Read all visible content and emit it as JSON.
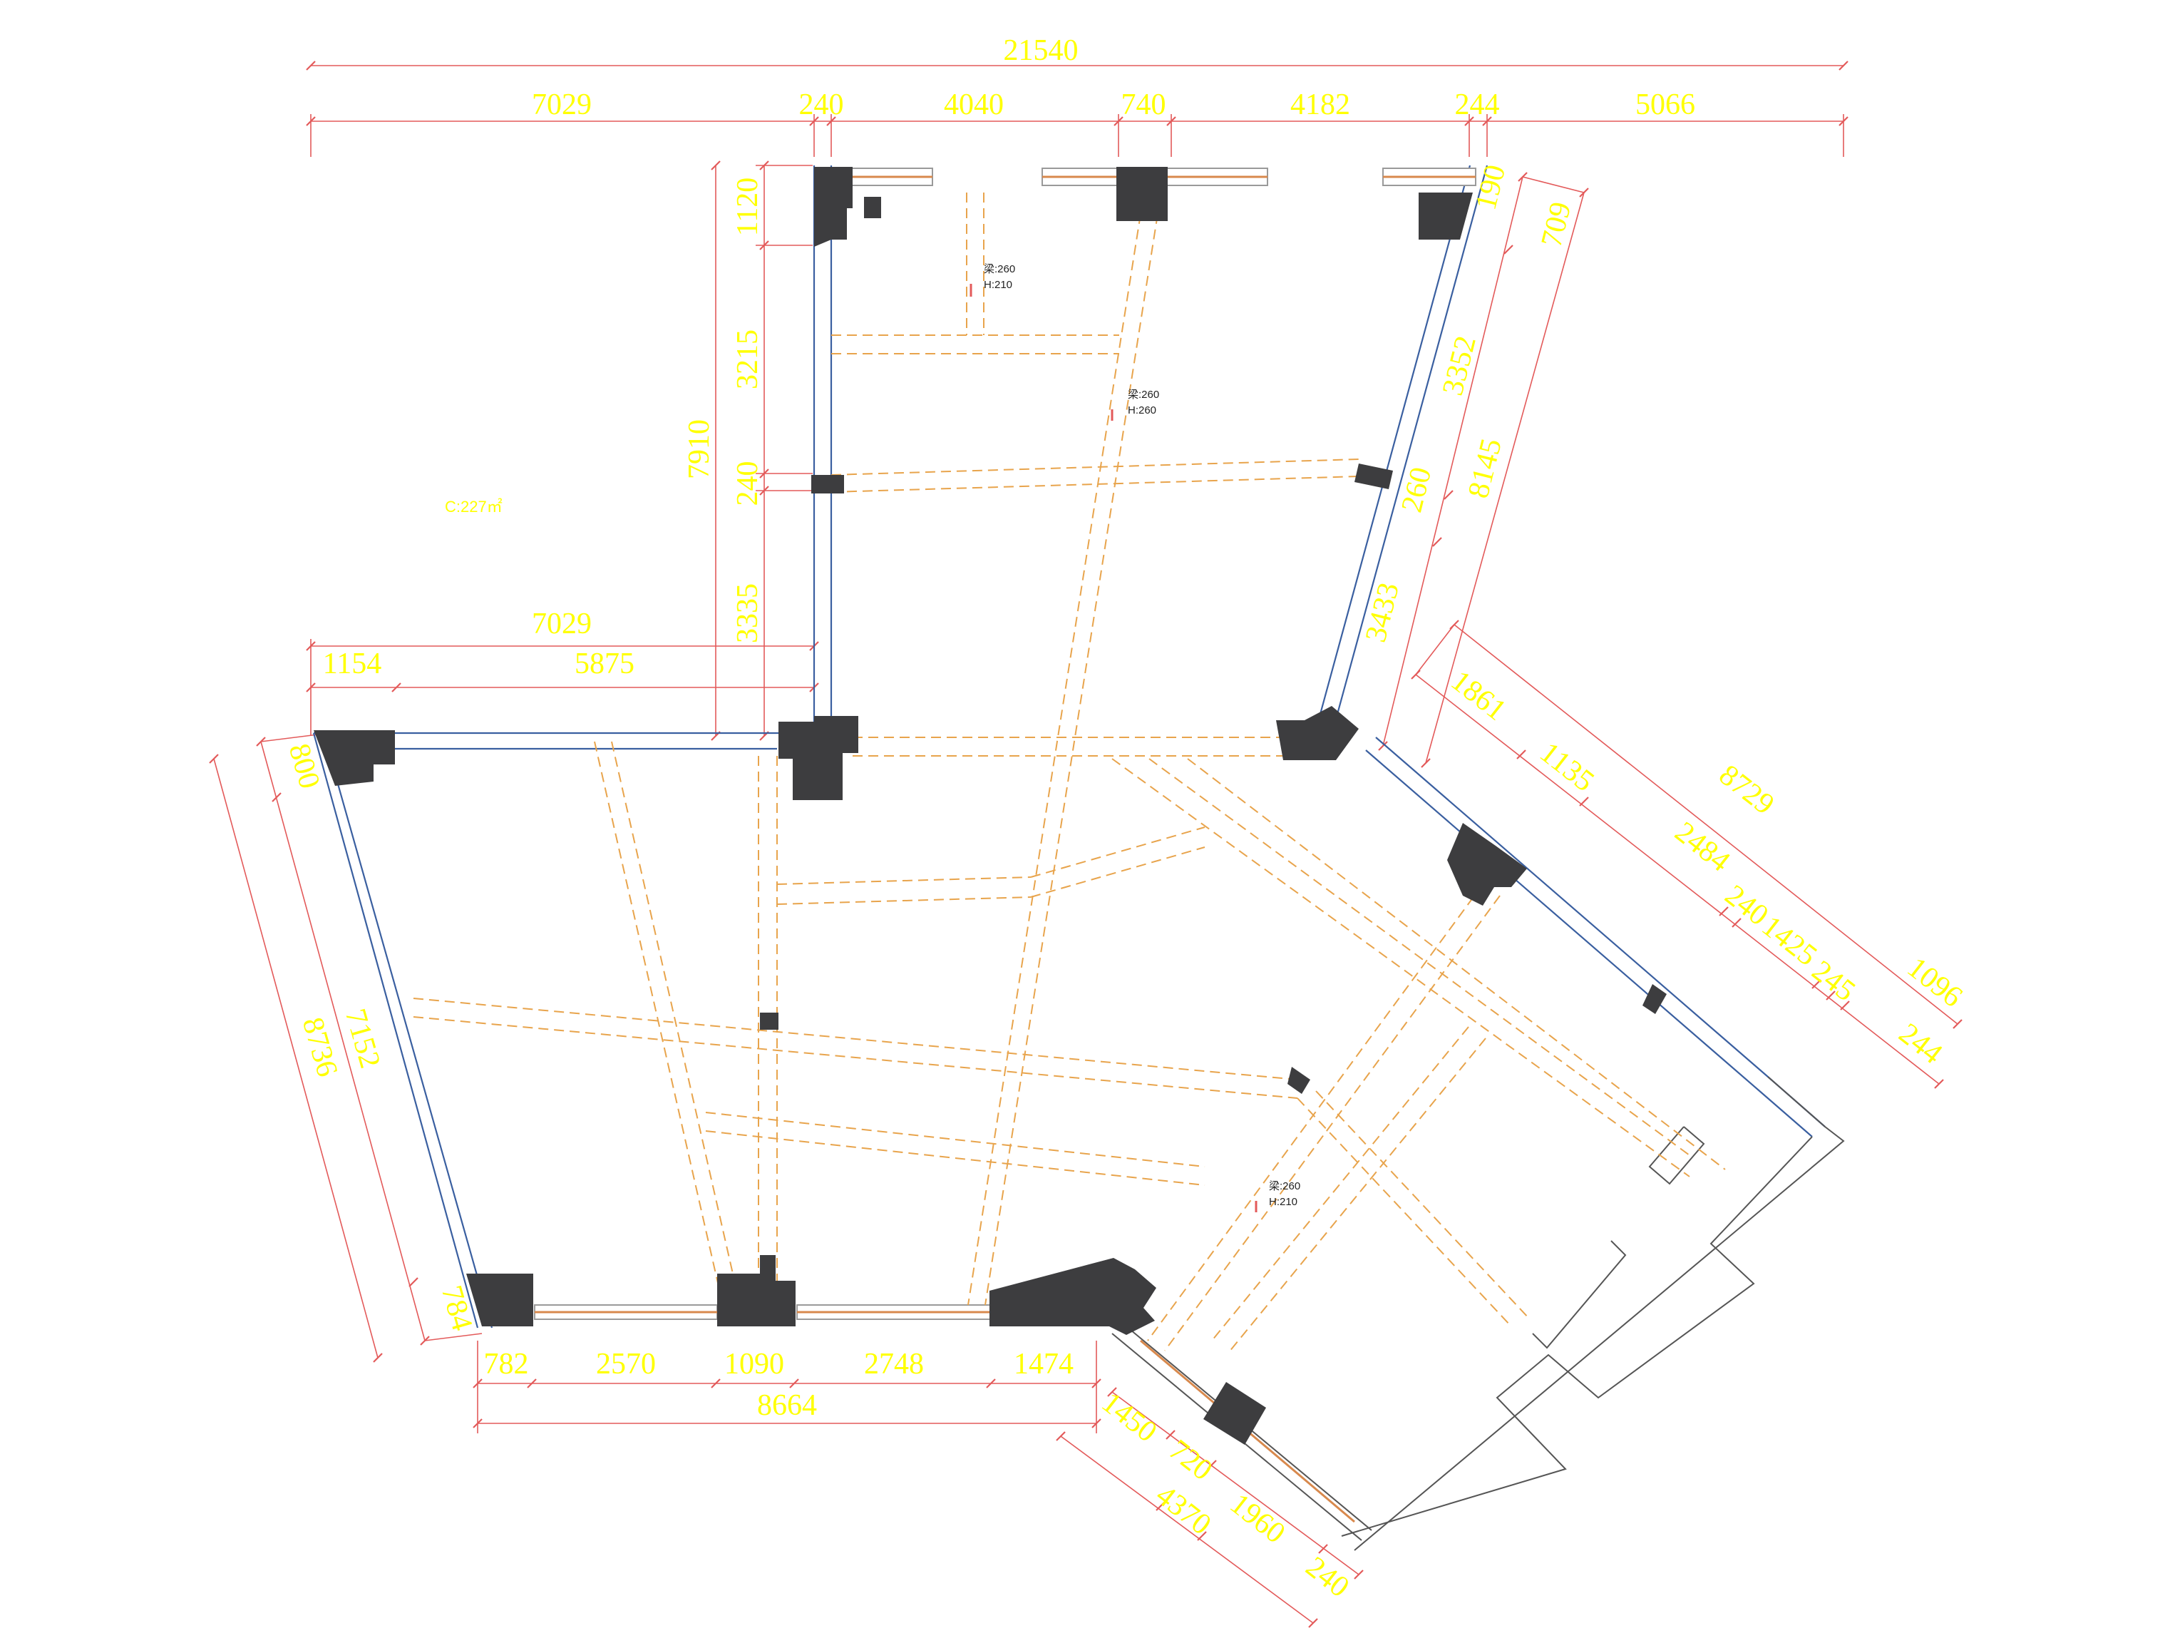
{
  "floor_area_label": "C:227㎡",
  "dims_top_total": "21540",
  "dims_top": [
    "7029",
    "240",
    "4040",
    "740",
    "4182",
    "244",
    "5066"
  ],
  "dims_left_upper": [
    "1120",
    "3215",
    "240",
    "3335"
  ],
  "dims_left_upper_total": "7910",
  "dims_mid_total": "7029",
  "dims_mid": [
    "1154",
    "5875"
  ],
  "dims_right_upper": [
    "190",
    "3352",
    "260",
    "3433"
  ],
  "dims_right_upper_total": [
    "709",
    "8145"
  ],
  "dims_right_diag": [
    "1861",
    "1135",
    "2484",
    "240",
    "1425",
    "245",
    "244"
  ],
  "dims_right_diag_total": [
    "8729",
    "1096"
  ],
  "dims_left_lower": [
    "800",
    "7152",
    "784"
  ],
  "dims_left_lower_total": "8736",
  "dims_bottom": [
    "782",
    "2570",
    "1090",
    "2748",
    "1474"
  ],
  "dims_bottom_total": "8664",
  "dims_bottom_diag": [
    "1450",
    "720",
    "1960",
    "240"
  ],
  "dims_bottom_diag_total": "4370",
  "beam_notes": [
    {
      "w": "梁:260",
      "h": "H:210"
    },
    {
      "w": "梁:260",
      "h": "H:260"
    },
    {
      "w": "梁:260",
      "h": "H:210"
    }
  ]
}
